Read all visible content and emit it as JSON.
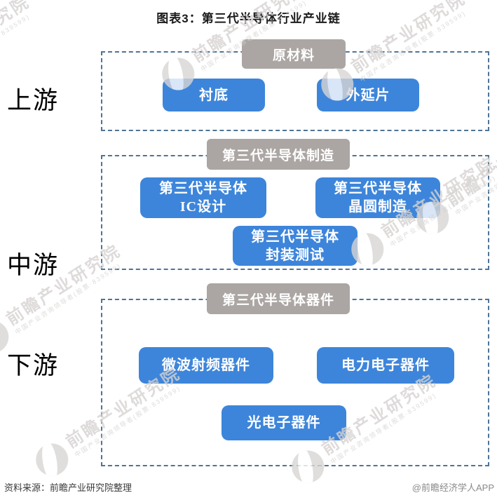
{
  "title": "图表3：第三代半导体行业产业链",
  "colors": {
    "box_blue": "#3d85da",
    "header_gray": "#aba6a3",
    "dashed_border": "#4e7496",
    "watermark_gray": "#d6d3d1"
  },
  "sections": [
    {
      "stage": "上游",
      "header": "原材料",
      "boxes": [
        "衬底",
        "外延片"
      ]
    },
    {
      "stage": "中游",
      "header": "第三代半导体制造",
      "boxes": [
        "第三代半导体\nIC设计",
        "第三代半导体\n晶圆制造",
        "第三代半导体\n封装测试"
      ]
    },
    {
      "stage": "下游",
      "header": "第三代半导体器件",
      "boxes": [
        "微波射频器件",
        "电力电子器件",
        "光电子器件"
      ]
    }
  ],
  "footer": {
    "source": "资料来源：前瞻产业研究院整理",
    "credit": "@前瞻经济学人APP"
  },
  "watermark": {
    "brand": "前瞻产业研究院",
    "tagline": "中国产业咨询领导者(股票·839599)"
  }
}
